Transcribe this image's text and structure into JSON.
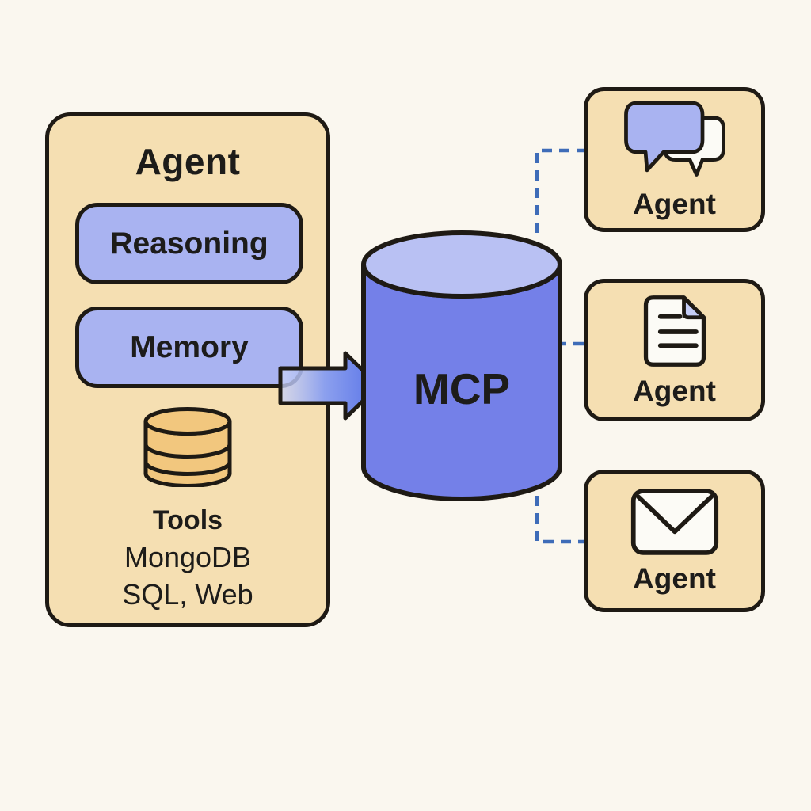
{
  "colors": {
    "background": "#FAF7EF",
    "panel_fill": "#F5DFB2",
    "panel_border": "#1E1A14",
    "lavender_fill": "#A9B3F1",
    "cylinder_body": "#7480E8",
    "cylinder_top": "#B9C1F3",
    "db_fill": "#F2C77E",
    "arrow_from": "#CCD4F7",
    "arrow_to": "#5A74E8",
    "dash": "#3E6CB8",
    "text": "#1D1C1A",
    "icon_fill": "#FCFBF6",
    "fold_fill": "#C5CDF6"
  },
  "agent_panel": {
    "title": "Agent",
    "components": [
      {
        "label": "Reasoning"
      },
      {
        "label": "Memory"
      }
    ],
    "tools": {
      "icon": "database-icon",
      "heading": "Tools",
      "line1": "MongoDB",
      "line2": "SQL, Web"
    }
  },
  "hub": {
    "label": "MCP",
    "shape": "cylinder"
  },
  "connector_style": "dashed",
  "clients": [
    {
      "label": "Agent",
      "icon": "chat-bubbles-icon"
    },
    {
      "label": "Agent",
      "icon": "document-icon"
    },
    {
      "label": "Agent",
      "icon": "envelope-icon"
    }
  ]
}
